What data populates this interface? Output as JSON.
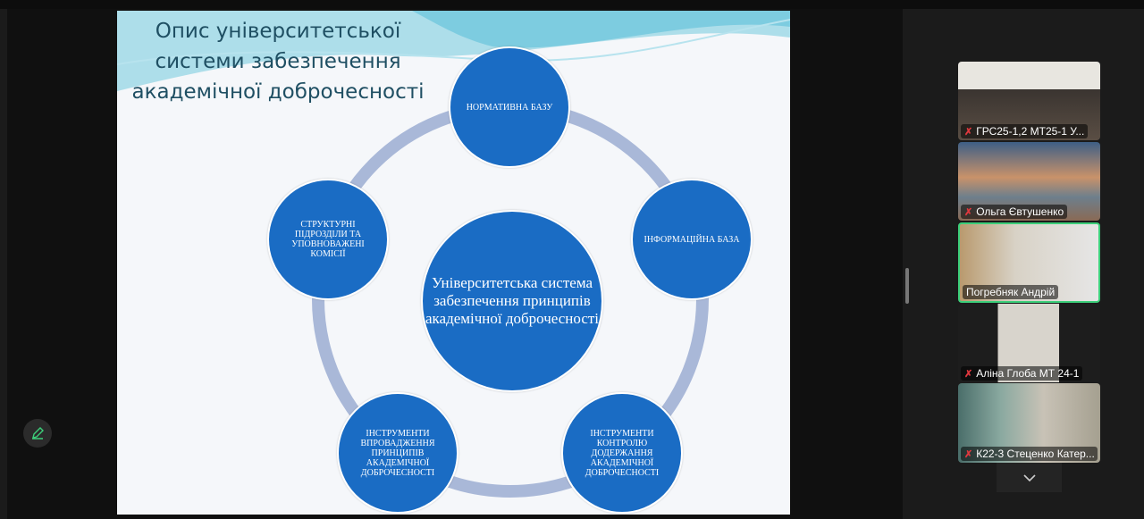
{
  "slide": {
    "title": "Опис університетської системи забезпечення академічної доброчесності",
    "center": "Університетська система забезпечення принципів академічної доброчесності",
    "nodes": [
      "НОРМАТИВНА БАЗУ",
      "ІНФОРМАЦІЙНА БАЗА",
      "ІНСТРУМЕНТИ КОНТРОЛЮ ДОДЕРЖАННЯ АКАДЕМІЧНОЇ ДОБРОЧЕСНОСТІ",
      "ІНСТРУМЕНТИ ВПРОВАДЖЕННЯ ПРИНЦИПІВ АКАДЕМІЧНОЇ ДОБРОЧЕСНОСТІ",
      "СТРУКТУРНІ ПІДРОЗДІЛИ ТА УПОВНОВАЖЕНІ КОМІСІЇ"
    ],
    "circle_color": "#1a6cc4",
    "ring_color": "#a9b8d8"
  },
  "participants": [
    {
      "name": "ГРС25-1,2  МТ25-1 У...",
      "muted": true
    },
    {
      "name": "Ольга Євтушенко",
      "muted": true
    },
    {
      "name": "Погребняк Андрій",
      "muted": false,
      "active": true
    },
    {
      "name": "Аліна Глоба МТ 24-1",
      "muted": true
    },
    {
      "name": "К22-3 Стеценко Катер...",
      "muted": true
    }
  ],
  "active_speaker_color": "#3ccf7a"
}
